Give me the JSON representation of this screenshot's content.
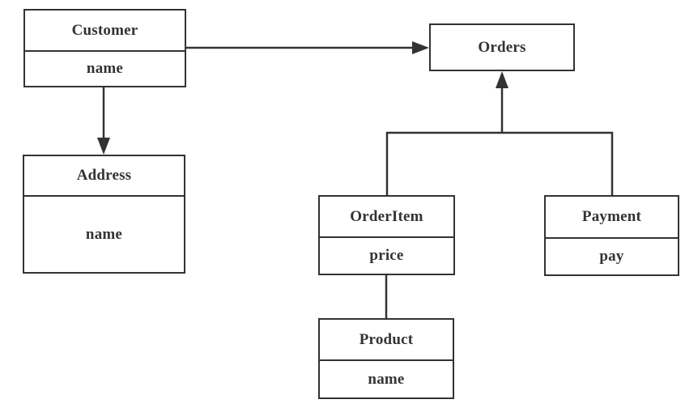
{
  "diagram": {
    "kind": "class-diagram",
    "colors": {
      "line": "#333333",
      "text": "#333333",
      "node_fill": "#ffffff",
      "background": "#ffffff"
    },
    "nodes": {
      "customer": {
        "title": "Customer",
        "attribute": "name"
      },
      "orders": {
        "title": "Orders"
      },
      "address": {
        "title": "Address",
        "attribute": "name"
      },
      "order_item": {
        "title": "OrderItem",
        "attribute": "price"
      },
      "payment": {
        "title": "Payment",
        "attribute": "pay"
      },
      "product": {
        "title": "Product",
        "attribute": "name"
      }
    },
    "edges": [
      {
        "from": "Customer",
        "to": "Orders",
        "style": "arrow-to-target"
      },
      {
        "from": "Customer",
        "to": "Address",
        "style": "arrow-to-target"
      },
      {
        "from": "OrderItem",
        "to": "Orders",
        "style": "arrow-to-target"
      },
      {
        "from": "Payment",
        "to": "Orders",
        "style": "arrow-to-target"
      },
      {
        "from": "OrderItem",
        "to": "Product",
        "style": "plain-line"
      }
    ]
  }
}
